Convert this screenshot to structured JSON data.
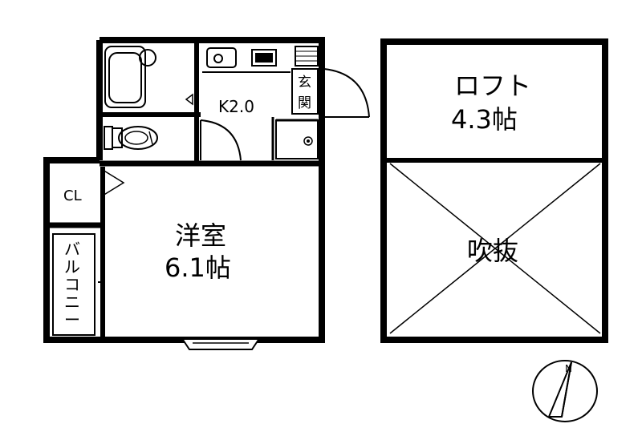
{
  "plan": {
    "rooms": {
      "kitchen": "K2.0",
      "entrance_1": "玄",
      "entrance_2": "関",
      "closet": "CL",
      "western_room_1": "洋室",
      "western_room_2": "6.1帖",
      "balcony": [
        "バ",
        "ル",
        "コ",
        "ニ",
        "ー"
      ],
      "loft_1": "ロフト",
      "loft_2": "4.3帖",
      "atrium": "吹抜"
    },
    "compass": "N"
  }
}
